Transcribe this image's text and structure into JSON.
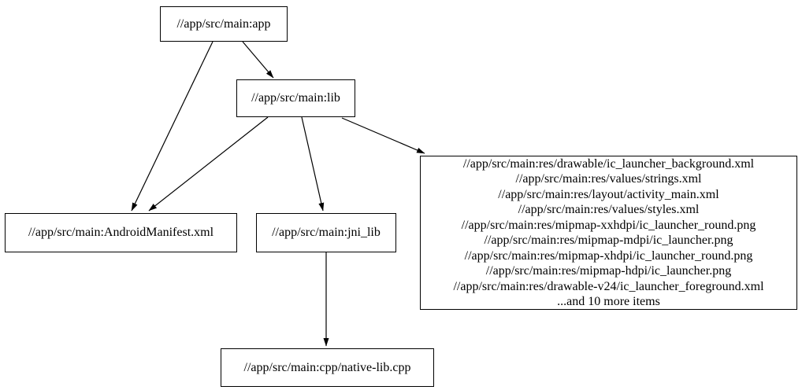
{
  "graph": {
    "background_color": "#ffffff",
    "node_border_color": "#000000",
    "edge_color": "#000000",
    "text_color": "#000000",
    "nodes": {
      "app": {
        "label": "//app/src/main:app"
      },
      "lib": {
        "label": "//app/src/main:lib"
      },
      "manifest": {
        "label": "//app/src/main:AndroidManifest.xml"
      },
      "jni_lib": {
        "label": "//app/src/main:jni_lib"
      },
      "res": {
        "lines": [
          "//app/src/main:res/drawable/ic_launcher_background.xml",
          "//app/src/main:res/values/strings.xml",
          "//app/src/main:res/layout/activity_main.xml",
          "//app/src/main:res/values/styles.xml",
          "//app/src/main:res/mipmap-xxhdpi/ic_launcher_round.png",
          "//app/src/main:res/mipmap-mdpi/ic_launcher.png",
          "//app/src/main:res/mipmap-xhdpi/ic_launcher_round.png",
          "//app/src/main:res/mipmap-hdpi/ic_launcher.png",
          "//app/src/main:res/drawable-v24/ic_launcher_foreground.xml",
          "...and 10 more items"
        ]
      },
      "native_lib": {
        "label": "//app/src/main:cpp/native-lib.cpp"
      }
    },
    "edges": [
      {
        "from": "app",
        "to": "manifest"
      },
      {
        "from": "app",
        "to": "lib"
      },
      {
        "from": "lib",
        "to": "manifest"
      },
      {
        "from": "lib",
        "to": "jni_lib"
      },
      {
        "from": "lib",
        "to": "res"
      },
      {
        "from": "jni_lib",
        "to": "native_lib"
      }
    ]
  }
}
